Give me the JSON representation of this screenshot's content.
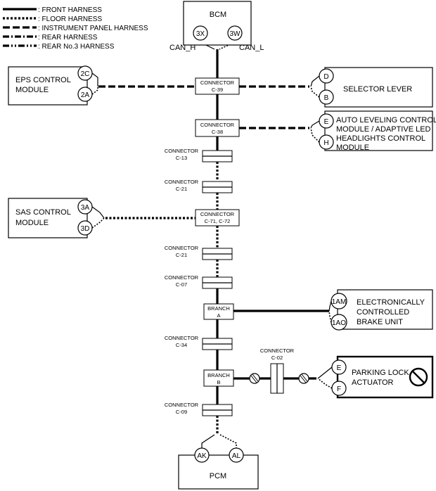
{
  "legend": {
    "front": ": FRONT HARNESS",
    "floor": ": FLOOR HARNESS",
    "instrument_panel": ": INSTRUMENT PANEL HARNESS",
    "rear": ": REAR HARNESS",
    "rear3": ": REAR No.3 HARNESS"
  },
  "modules": {
    "bcm": {
      "label": "BCM",
      "pin_h": "3X",
      "pin_l": "3W",
      "can_h": "CAN_H",
      "can_l": "CAN_L"
    },
    "eps": {
      "line1": "EPS CONTROL",
      "line2": "MODULE",
      "pin_a": "2C",
      "pin_b": "2A"
    },
    "selector": {
      "label": "SELECTOR LEVER",
      "pin_a": "D",
      "pin_b": "B"
    },
    "auto_leveling": {
      "line1": "AUTO LEVELING CONTROL",
      "line2": "MODULE / ADAPTIVE LED",
      "line3": "HEADLIGHTS CONTROL",
      "line4": "MODULE",
      "pin_a": "E",
      "pin_b": "H"
    },
    "sas": {
      "line1": "SAS CONTROL",
      "line2": "MODULE",
      "pin_a": "3A",
      "pin_b": "3D"
    },
    "brake": {
      "line1": "ELECTRONICALLY",
      "line2": "CONTROLLED",
      "line3": "BRAKE UNIT",
      "pin_a": "1AM",
      "pin_b": "1AO"
    },
    "parking": {
      "line1": "PARKING LOCK",
      "line2": "ACTUATOR",
      "pin_a": "E",
      "pin_b": "F"
    },
    "pcm": {
      "label": "PCM",
      "pin_a": "AK",
      "pin_b": "AL"
    }
  },
  "connectors": {
    "c39": {
      "line1": "CONNECTOR",
      "line2": "C-39"
    },
    "c38": {
      "line1": "CONNECTOR",
      "line2": "C-38"
    },
    "c13": {
      "line1": "CONNECTOR",
      "line2": "C-13"
    },
    "c21a": {
      "line1": "CONNECTOR",
      "line2": "C-21"
    },
    "c7172": {
      "line1": "CONNECTOR",
      "line2": "C-71, C-72"
    },
    "c21b": {
      "line1": "CONNECTOR",
      "line2": "C-21"
    },
    "c07": {
      "line1": "CONNECTOR",
      "line2": "C-07"
    },
    "branch_a": {
      "line1": "BRANCH",
      "line2": "A"
    },
    "c34": {
      "line1": "CONNECTOR",
      "line2": "C-34"
    },
    "branch_b": {
      "line1": "BRANCH",
      "line2": "B"
    },
    "c02": {
      "line1": "CONNECTOR",
      "line2": "C-02"
    },
    "c09": {
      "line1": "CONNECTOR",
      "line2": "C-09"
    }
  }
}
